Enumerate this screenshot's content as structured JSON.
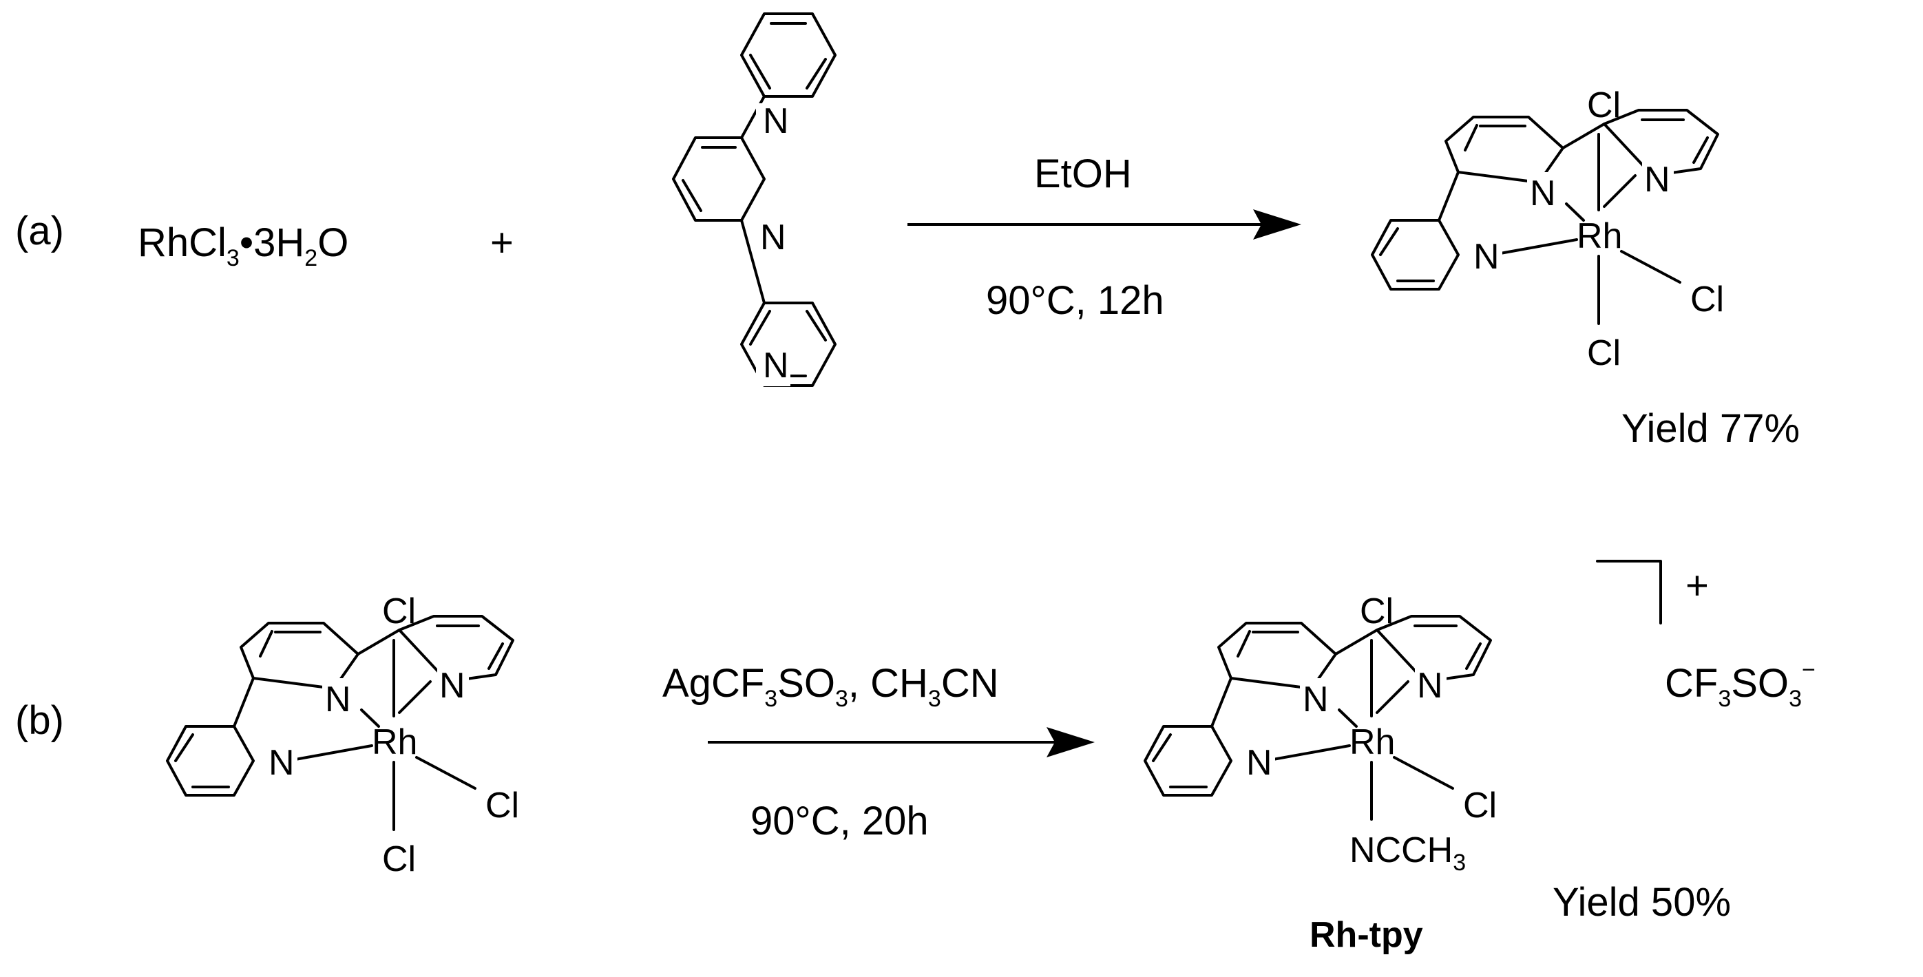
{
  "scheme_a": {
    "label": "(a)",
    "reactant_prefix": "RhCl",
    "reactant_sub": "3",
    "reactant_mid": "•3H",
    "reactant_sub2": "2",
    "reactant_suffix": "O",
    "plus": "+",
    "tpy_N": "N",
    "condition_top": "EtOH",
    "condition_bottom": "90°C, 12h",
    "yield": "Yield 77%"
  },
  "scheme_b": {
    "label": "(b)",
    "reagent_1": "AgCF",
    "reagent_1_sub": "3",
    "reagent_1b": "SO",
    "reagent_1b_sub": "3",
    "reagent_sep": ", CH",
    "reagent_2_sub": "3",
    "reagent_2_end": "CN",
    "condition_bottom": "90°C, 20h",
    "charge": "+",
    "counterion_1": "CF",
    "counterion_sub1": "3",
    "counterion_2": "SO",
    "counterion_sub2": "3",
    "counterion_charge": "−",
    "product_name": "Rh-tpy",
    "yield": "Yield 50%",
    "ligand_nccH3": "NCCH",
    "ligand_nccH3_sub": "3"
  },
  "complex": {
    "metal": "Rh",
    "chloride": "Cl",
    "nitrogen": "N"
  }
}
